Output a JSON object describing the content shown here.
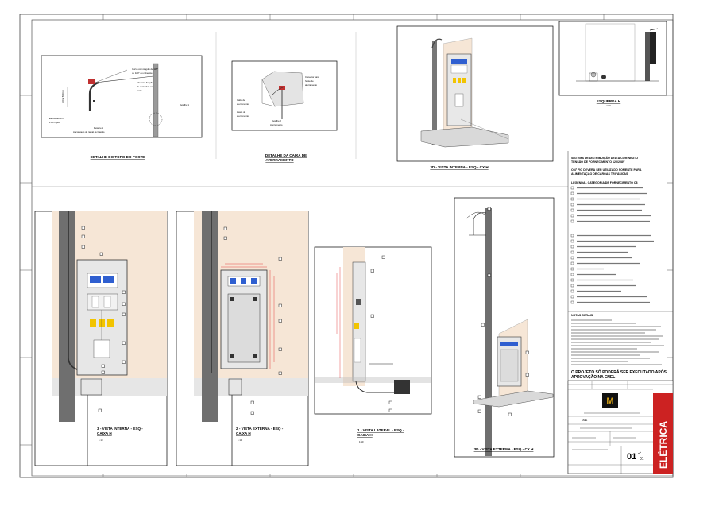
{
  "details": {
    "pole_top": {
      "title": "DETALHE DO TOPO DO POSTE",
      "notes": [
        "Curva com ângulo de 135°",
        "ou 180° ou cabeçote",
        "Fita para fixação",
        "do eletroduto ao",
        "poste",
        "Detalhe 1",
        "Eletroduto em",
        "PVC rígido",
        "Detalhe 1",
        "Ancoragem do ramal de ligação",
        "300 a 500mm"
      ]
    },
    "ground_box": {
      "title_line1": "DETALHE DA CAIXA DE",
      "title_line2": "ATERRAMENTO",
      "notes": [
        "Conector para",
        "haste de",
        "aterramento",
        "Cabo de",
        "aterramento",
        "Haste de",
        "aterramento",
        "Detalhe 2",
        "Aterramento"
      ]
    }
  },
  "views": {
    "v3d_internal_top": {
      "title": "3D - VISTA INTERNA - ESQ - CX H"
    },
    "left_h": {
      "title": "ESQUERDA H",
      "scale": "1:50"
    },
    "v3_internal": {
      "title_line1": "3 - VISTA INTERNA - ESQ -",
      "title_line2": "CAIXA H",
      "scale": "1:10"
    },
    "v2_external": {
      "title_line1": "2 - VISTA EXTERNA - ESQ -",
      "title_line2": "CAIXA H",
      "scale": "1:10"
    },
    "v1_lateral": {
      "title_line1": "1 - VISTA LATERAL - ESQ -",
      "title_line2": "CAIXA H",
      "scale": "1:10"
    },
    "v3d_external": {
      "title": "3D - VISTA EXTERNA - ESQ - CX H"
    }
  },
  "info": {
    "system_line1": "SISTEMA DE DISTRIBUIÇÃO DELTA COM NEUTO",
    "system_line2": "TENSÃO DE FORNECIMENTO 120/208V",
    "notice_line1": "O 4° FIO DEVERÁ SER UTILIZADO SOMENTE PARA",
    "notice_line2": "ALIMENTAÇÃO DE CARGAS TRIFÁSICAS",
    "legend_title": "LEGENDA - CATEGORIA DE FORNECIMENTO C8",
    "notes_title": "NOTAS GERAIS",
    "approval_line1": "O PROJETO SÓ PODERÁ SER EXECUTADO APÓS",
    "approval_line2": "APROVAÇÃO NA ENEL"
  },
  "title_block": {
    "company": "ENEL",
    "sheet_number": "01",
    "sheet_total": "01",
    "discipline": "ELÉTRICA",
    "logo_text": "M"
  },
  "colors": {
    "wall": "#f6e6d6",
    "pole": "#6f6f6f",
    "box": "#e7e7e7",
    "meter": "#2f5fd0",
    "breaker": "#f2c400",
    "dim": "#e02020",
    "discipline_bg": "#cc2222",
    "logo_bg": "#111111",
    "logo_fg": "#d4a017"
  }
}
